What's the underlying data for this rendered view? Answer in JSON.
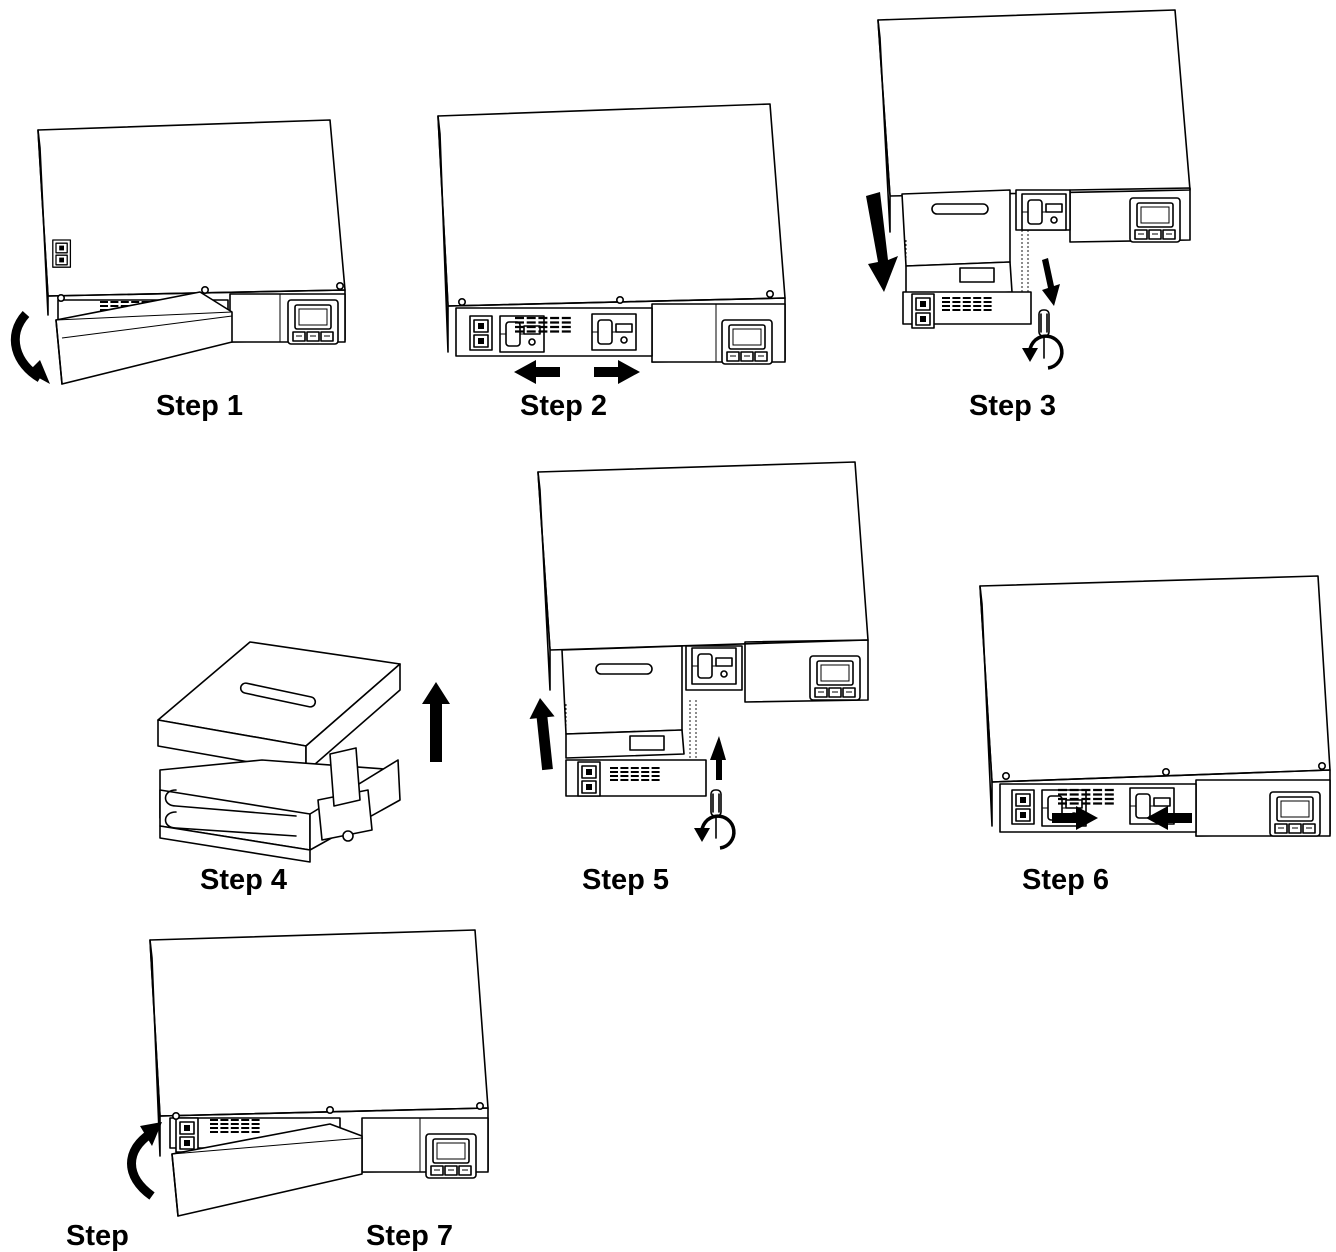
{
  "diagram": {
    "labels": {
      "step1": "Step 1",
      "step2": "Step 2",
      "step3": "Step 3",
      "step4": "Step 4",
      "step5": "Step 5",
      "step6": "Step 6",
      "step7_left": "Step",
      "step7_right": "Step 7"
    }
  }
}
